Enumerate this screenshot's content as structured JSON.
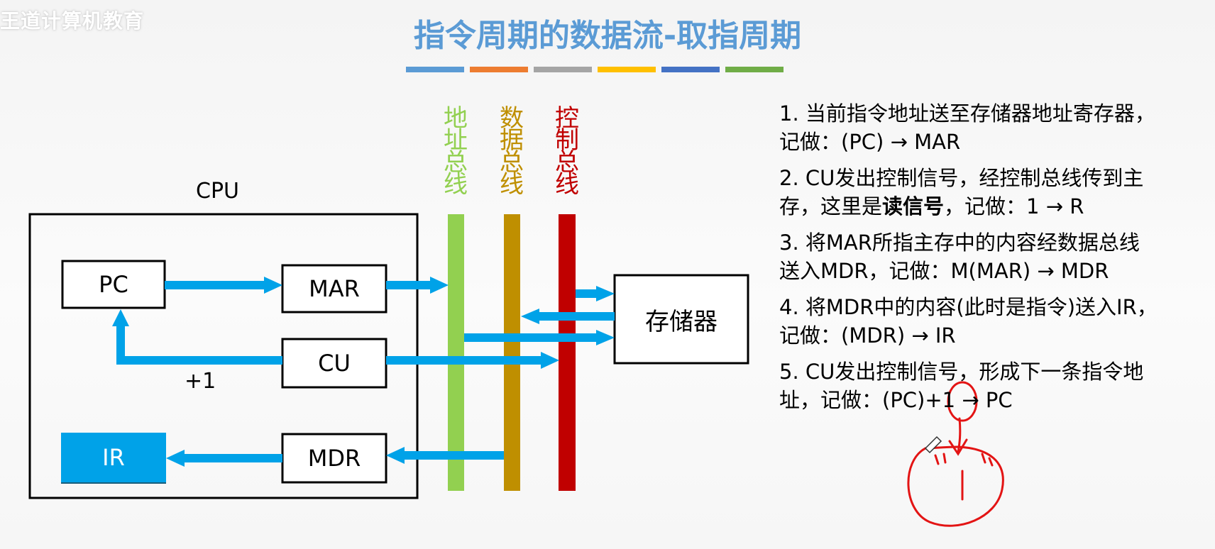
{
  "watermark": "王道计算机教育",
  "title": "指令周期的数据流-取指周期",
  "title_stripes": [
    "#5b9bd5",
    "#ed7d31",
    "#a5a5a5",
    "#ffc000",
    "#4472c4",
    "#70ad47"
  ],
  "cpu_label": "CPU",
  "registers": {
    "pc": "PC",
    "mar": "MAR",
    "cu": "CU",
    "mdr": "MDR",
    "ir": "IR"
  },
  "increment_label": "+1",
  "memory_label": "存储器",
  "buses": {
    "address": {
      "label": "地址总线",
      "color": "#92d050"
    },
    "data": {
      "label": "数据总线",
      "color": "#bf8f00"
    },
    "control": {
      "label": "控制总线",
      "color": "#c00000"
    }
  },
  "colors": {
    "arrow": "#00a2e8",
    "ir_fill": "#00a2e8",
    "annotation": "#e31414"
  },
  "steps": [
    {
      "line1": "1. 当前指令地址送至存储器地址寄存器，",
      "line2": "记做：(PC) → MAR"
    },
    {
      "line1": "2. CU发出控制信号，经控制总线传到主",
      "line2_pre": "存，这里是",
      "line2_bold": "读信号",
      "line2_post": "，记做：1 → R"
    },
    {
      "line1": "3. 将MAR所指主存中的内容经数据总线",
      "line2": "送入MDR，记做：M(MAR) → MDR"
    },
    {
      "line1": "4. 将MDR中的内容(此时是指令)送入IR，",
      "line2": "记做：(MDR) → IR"
    },
    {
      "line1": "5. CU发出控制信号，形成下一条指令地",
      "line2": "址，记做：(PC)+1 → PC"
    }
  ]
}
